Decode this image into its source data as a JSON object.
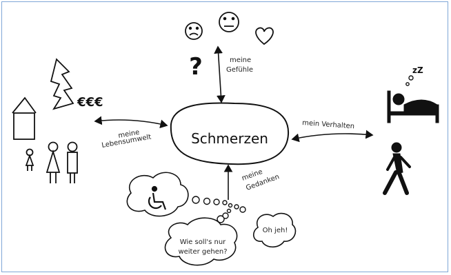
{
  "center": {
    "label": "Schmerzen"
  },
  "branches": {
    "feelings": {
      "line1": "meine",
      "line2": "Gefühle"
    },
    "environment": {
      "line1": "meine",
      "line2": "Lebensumwelt"
    },
    "behavior": {
      "line1": "mein Verhalten"
    },
    "thoughts": {
      "line1": "meine",
      "line2": "Gedanken"
    }
  },
  "symbols": {
    "money": "€€€",
    "question": "?",
    "sleep": "zZ"
  },
  "thought_bubbles": {
    "bubble1": {
      "line1": "Wie soll's nur",
      "line2": "weiter gehen?"
    },
    "bubble2": {
      "line1": "Oh jeh!"
    }
  },
  "colors": {
    "frame": "#7ea6d6",
    "ink": "#111111"
  }
}
